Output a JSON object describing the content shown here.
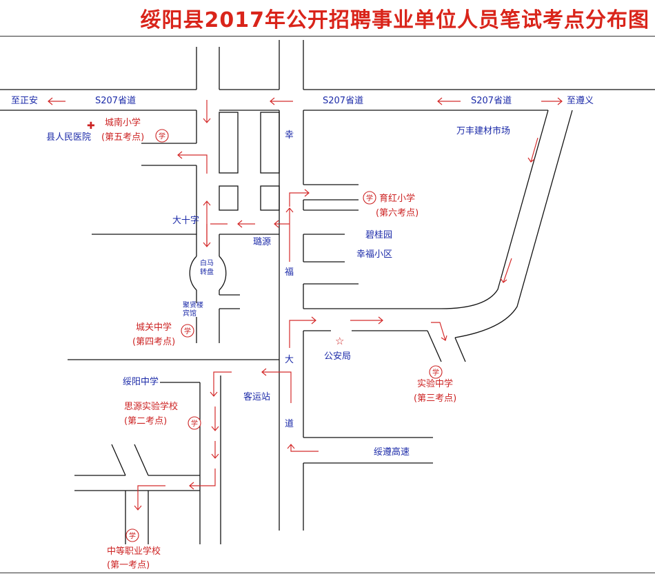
{
  "title": "绥阳县2017年公开招聘事业单位人员笔试考点分布图",
  "roads": {
    "s207_left": "S207省道",
    "s207_mid": "S207省道",
    "s207_right": "S207省道",
    "to_zhengan": "至正安",
    "to_zunyi": "至遵义",
    "xingfu_char_1": "幸",
    "xingfu_char_2": "福",
    "dadao_char_1": "大",
    "dadao_char_2": "道",
    "suizun_expressway": "绥遵高速",
    "lu_yuan": "璐源"
  },
  "places": {
    "county_hospital": "县人民医院",
    "da_shizi": "大十字",
    "baima_line1": "白马",
    "baima_line2": "转盘",
    "juxianlou_line1": "聚贤楼",
    "juxianlou_line2": "宾馆",
    "suiyang_middle": "绥阳中学",
    "bus_station": "客运站",
    "police_bureau": "公安局",
    "wanfeng_market": "万丰建材市场",
    "biguiyuan": "碧桂园",
    "xingfu_community": "幸福小区"
  },
  "schools": {
    "chengnan": "城南小学",
    "chengnan_site": "(第五考点)",
    "yuhong": "育红小学",
    "yuhong_site": "(第六考点)",
    "chengguan": "城关中学",
    "chengguan_site": "(第四考点)",
    "siyuan": "思源实验学校",
    "siyuan_site": "(第二考点)",
    "shiyan": "实验中学",
    "shiyan_site": "(第三考点)",
    "zhongzhi": "中等职业学校",
    "zhongzhi_site": "(第一考点)"
  },
  "school_badge_glyph": "学",
  "hospital_symbol": "✚",
  "police_symbol": "☆",
  "colors": {
    "title": "#d9241a",
    "place_label": "#1b2aa8",
    "school_label": "#cc2222",
    "arrow": "#d42a2a",
    "road": "#111111"
  }
}
